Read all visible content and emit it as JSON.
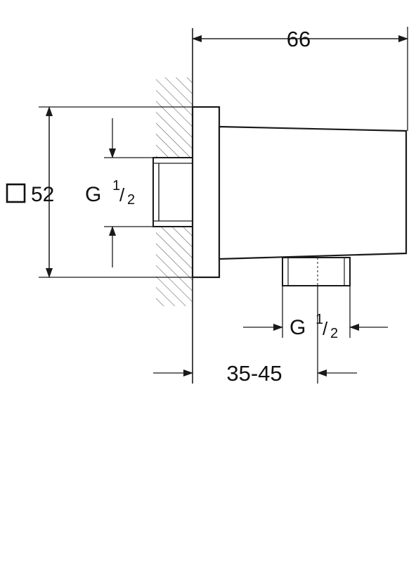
{
  "dimensions": {
    "overall_length": "66",
    "square_size_symbol": "□",
    "square_size": "52",
    "thread_main": "G",
    "thread_numerator": "1",
    "thread_slash": "/",
    "thread_denominator": "2",
    "outlet_thread_main": "G",
    "outlet_thread_numerator": "1",
    "outlet_thread_slash": "/",
    "outlet_thread_denominator": "2",
    "wall_distance": "35-45"
  },
  "colors": {
    "line": "#1a1a1a",
    "hatch": "#555555"
  }
}
